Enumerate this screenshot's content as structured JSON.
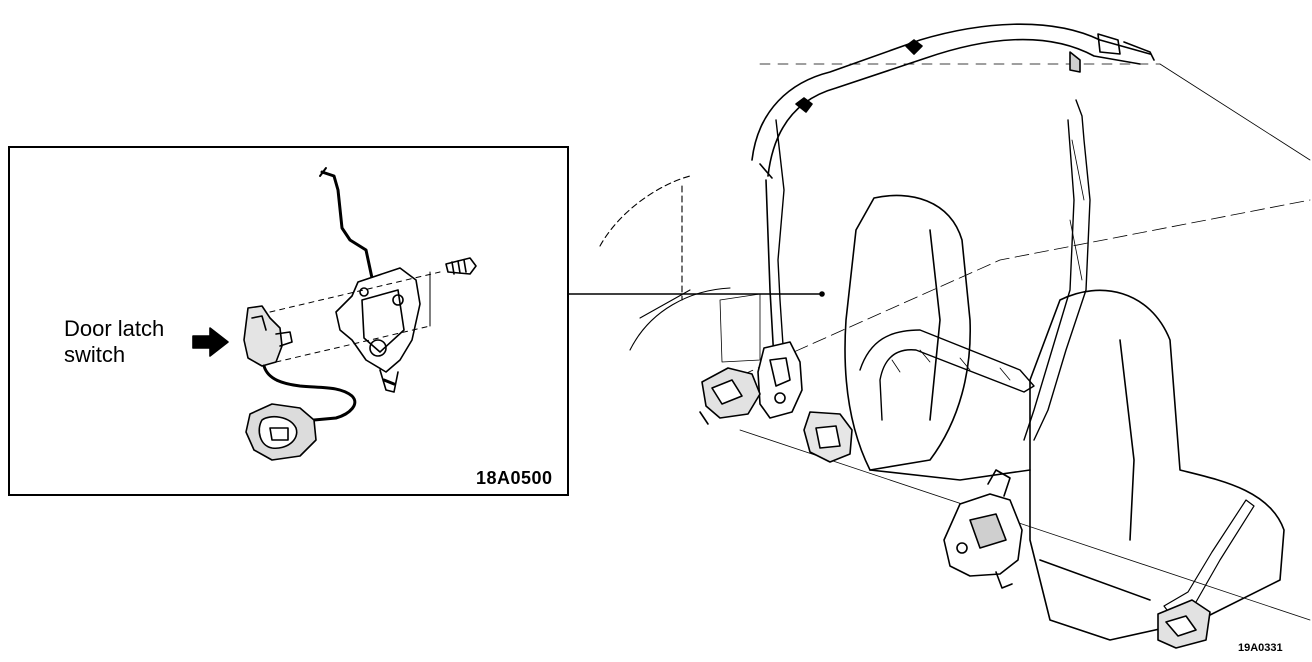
{
  "inset": {
    "label_line1": "Door latch",
    "label_line2": "switch",
    "figure_code": "18A0500"
  },
  "main": {
    "figure_code": "19A0331"
  },
  "icons": {
    "pointer": "arrow-right-icon"
  }
}
